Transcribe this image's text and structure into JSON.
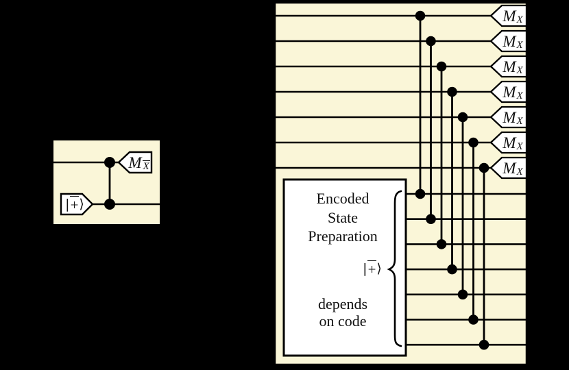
{
  "colors": {
    "background": "#000000",
    "panel_fill": "#FAF6D8",
    "ink": "#000000",
    "gate_fill": "#FFFFFF",
    "text": "#111111"
  },
  "left_circuit": {
    "qubit_wire_count": 2,
    "cz_count": 1,
    "prep_label": {
      "open": "|",
      "symbol": "+",
      "overbar": true,
      "close": "⟩"
    },
    "measurement": {
      "symbol": "M",
      "subscript": "X",
      "subscript_overbar": true
    }
  },
  "right_circuit": {
    "top_wire_count": 7,
    "bottom_wire_count": 7,
    "cz_count": 7,
    "measurement_count": 7,
    "measurement": {
      "symbol": "M",
      "subscript": "X",
      "subscript_overbar": false
    },
    "esp_box": {
      "title_lines": [
        "Encoded",
        "State",
        "Preparation"
      ],
      "state_label": {
        "open": "|",
        "symbol": "+",
        "overbar": true,
        "close": "⟩"
      },
      "note_lines": [
        "depends",
        "on code"
      ]
    }
  }
}
